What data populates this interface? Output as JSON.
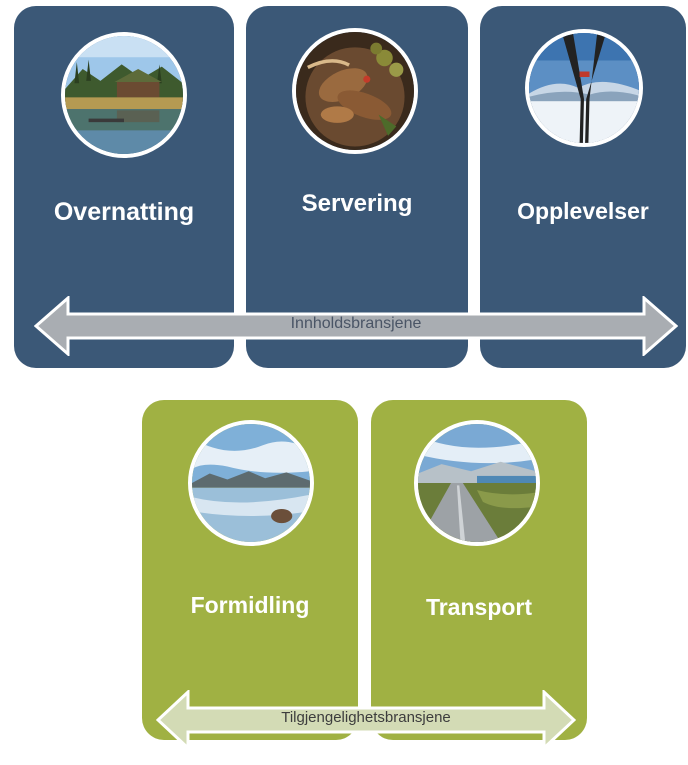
{
  "content_group": {
    "cards": [
      {
        "title": "Overnatting",
        "image_icon": "mountain-cabin-lake-photo"
      },
      {
        "title": "Servering",
        "image_icon": "food-platter-photo"
      },
      {
        "title": "Opplevelser",
        "image_icon": "skis-in-snow-photo"
      }
    ],
    "arrow_label": "Innholdsbransjene",
    "card_color": "#3b5877",
    "arrow_color": "#a9adb2"
  },
  "access_group": {
    "cards": [
      {
        "title": "Formidling",
        "image_icon": "mountain-lake-reflection-photo"
      },
      {
        "title": "Transport",
        "image_icon": "mountain-road-photo"
      }
    ],
    "arrow_label": "Tilgjengelighetsbransjene",
    "card_color": "#a0b143",
    "arrow_color": "#d3dbb5"
  }
}
